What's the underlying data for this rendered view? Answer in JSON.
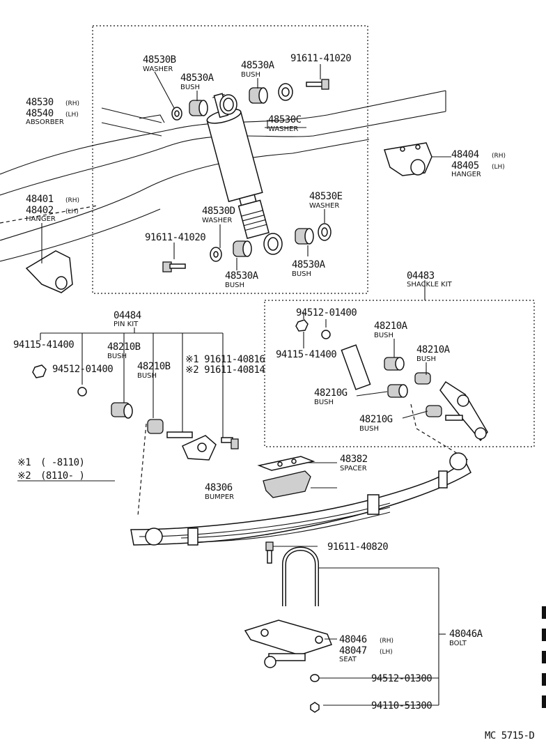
{
  "labels": {
    "absorber": {
      "rh": "48530",
      "rh_side": "(RH)",
      "lh": "48540",
      "lh_side": "(LH)",
      "name": "ABSORBER"
    },
    "washer_b": {
      "pn": "48530B",
      "name": "WASHER"
    },
    "bush_a_top": {
      "pn": "48530A",
      "name": "BUSH"
    },
    "bush_a_top2": {
      "pn": "48530A",
      "name": "BUSH"
    },
    "bolt_top": {
      "pn": "91611-41020"
    },
    "washer_c": {
      "pn": "48530C",
      "name": "WASHER"
    },
    "hanger_front": {
      "rh": "48404",
      "rh_side": "(RH)",
      "lh": "48405",
      "lh_side": "(LH)",
      "name": "HANGER"
    },
    "hanger_rear": {
      "rh": "48401",
      "rh_side": "(RH)",
      "lh": "48402",
      "lh_side": "(LH)",
      "name": "HANGER"
    },
    "washer_e": {
      "pn": "48530E",
      "name": "WASHER"
    },
    "washer_d": {
      "pn": "48530D",
      "name": "WASHER"
    },
    "bolt_lower": {
      "pn": "91611-41020"
    },
    "bush_a_low1": {
      "pn": "48530A",
      "name": "BUSH"
    },
    "bush_a_low2": {
      "pn": "48530A",
      "name": "BUSH"
    },
    "shackle_kit": {
      "pn": "04483",
      "name": "SHACKLE KIT"
    },
    "pin_kit": {
      "pn": "04484",
      "name": "PIN KIT"
    },
    "nut_pin": {
      "pn": "94115-41400"
    },
    "bush_210b_1": {
      "pn": "48210B",
      "name": "BUSH"
    },
    "bush_210b_2": {
      "pn": "48210B",
      "name": "BUSH"
    },
    "bolt_816": {
      "pn": "※1 91611-40816"
    },
    "bolt_814": {
      "pn": "※2 91611-40814"
    },
    "washer_pin": {
      "pn": "94512-01400"
    },
    "shackle_washer": {
      "pn": "94512-01400"
    },
    "shackle_nut": {
      "pn": "94115-41400"
    },
    "bush_210a_1": {
      "pn": "48210A",
      "name": "BUSH"
    },
    "bush_210a_2": {
      "pn": "48210A",
      "name": "BUSH"
    },
    "bush_210g_1": {
      "pn": "48210G",
      "name": "BUSH"
    },
    "bush_210g_2": {
      "pn": "48210G",
      "name": "BUSH"
    },
    "note1": {
      "mark": "※1",
      "range": "(      -8110)"
    },
    "note2": {
      "mark": "※2",
      "range": "(8110-       )"
    },
    "spacer": {
      "pn": "48382",
      "name": "SPACER"
    },
    "bumper": {
      "pn": "48306",
      "name": "BUMPER"
    },
    "center_bolt": {
      "pn": "91611-40820"
    },
    "u_bolt": {
      "pn": "48046A",
      "name": "BOLT"
    },
    "seat": {
      "rh": "48046",
      "rh_side": "(RH)",
      "lh": "48047",
      "lh_side": "(LH)",
      "name": "SEAT"
    },
    "washer_u": {
      "pn": "94512-01300"
    },
    "nut_u": {
      "pn": "94110-51300"
    },
    "diagram_code": "MC 5715-D"
  }
}
